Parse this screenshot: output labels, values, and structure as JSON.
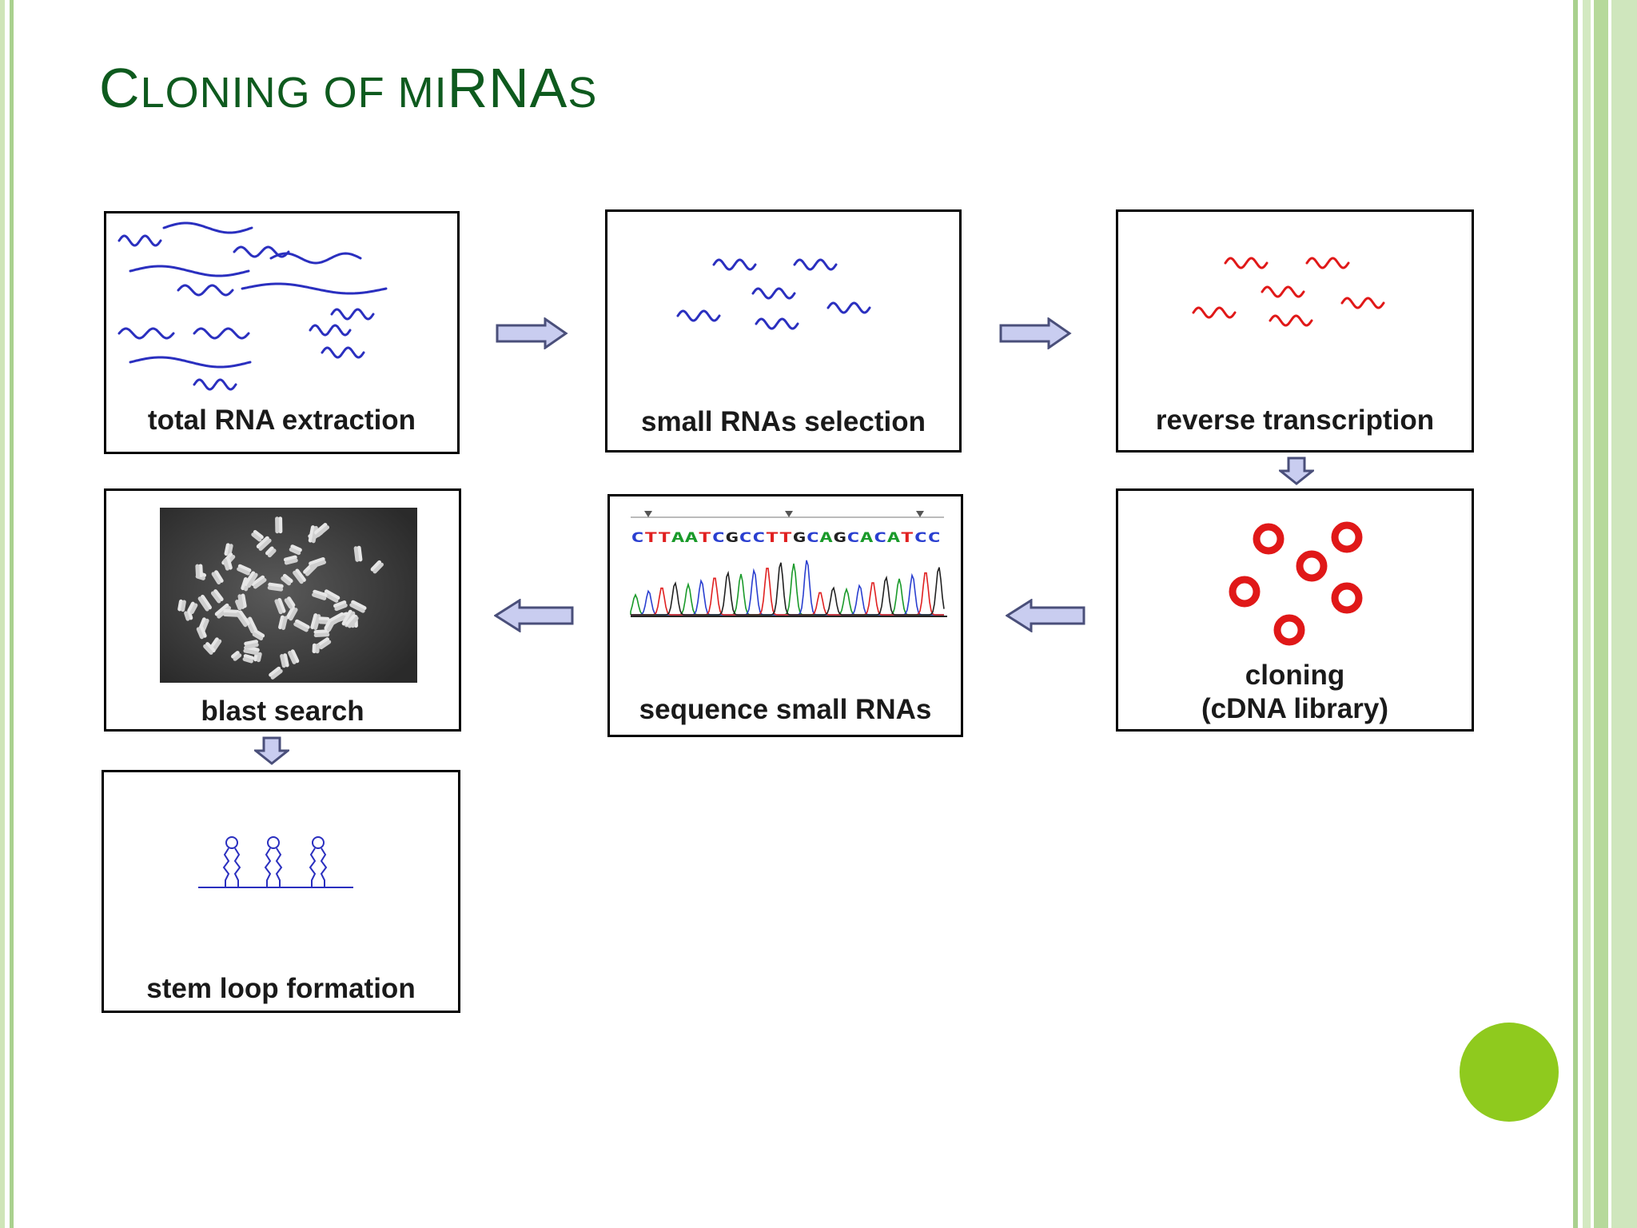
{
  "slide": {
    "title_parts": [
      {
        "text": "C",
        "small": false
      },
      {
        "text": "LONING OF MI",
        "small": true
      },
      {
        "text": "RNA",
        "small": false
      },
      {
        "text": "S",
        "small": true
      }
    ]
  },
  "colors": {
    "title": "#0e5a1e",
    "rna_blue": "#2a2fbf",
    "rna_red": "#e01818",
    "arrow_fill": "#c9cdf0",
    "arrow_stroke": "#4a4f7a",
    "accent_dot": "#8fca1e"
  },
  "steps": [
    {
      "id": "total-rna-extraction",
      "label": "total RNA extraction"
    },
    {
      "id": "small-rnas-selection",
      "label": "small RNAs selection"
    },
    {
      "id": "reverse-transcription",
      "label": "reverse transcription"
    },
    {
      "id": "cloning",
      "label_lines": [
        "cloning",
        "(cDNA library)"
      ]
    },
    {
      "id": "sequence-small-rnas",
      "label": "sequence small RNAs",
      "sequence_text": "CTTAATCGCCTTGCAGCACATCC"
    },
    {
      "id": "blast-search",
      "label": "blast search"
    },
    {
      "id": "stem-loop-formation",
      "label": "stem loop formation"
    }
  ],
  "flow": [
    {
      "from": "total-rna-extraction",
      "to": "small-rnas-selection",
      "direction": "right"
    },
    {
      "from": "small-rnas-selection",
      "to": "reverse-transcription",
      "direction": "right"
    },
    {
      "from": "reverse-transcription",
      "to": "cloning",
      "direction": "down"
    },
    {
      "from": "cloning",
      "to": "sequence-small-rnas",
      "direction": "left"
    },
    {
      "from": "sequence-small-rnas",
      "to": "blast-search",
      "direction": "left"
    },
    {
      "from": "blast-search",
      "to": "stem-loop-formation",
      "direction": "down"
    }
  ]
}
